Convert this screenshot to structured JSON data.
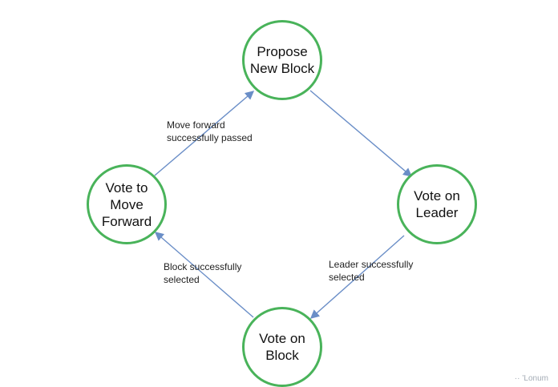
{
  "diagram": {
    "nodes": {
      "propose": "Propose New Block",
      "vote_leader": "Vote on Leader",
      "vote_block": "Vote on Block",
      "vote_forward": "Vote to Move Forward"
    },
    "edges": {
      "forward_to_propose": "Move forward successfully passed",
      "leader_to_block": "Leader successfully selected",
      "block_to_forward": "Block successfully selected"
    }
  },
  "watermark": "·· ’Lonum"
}
